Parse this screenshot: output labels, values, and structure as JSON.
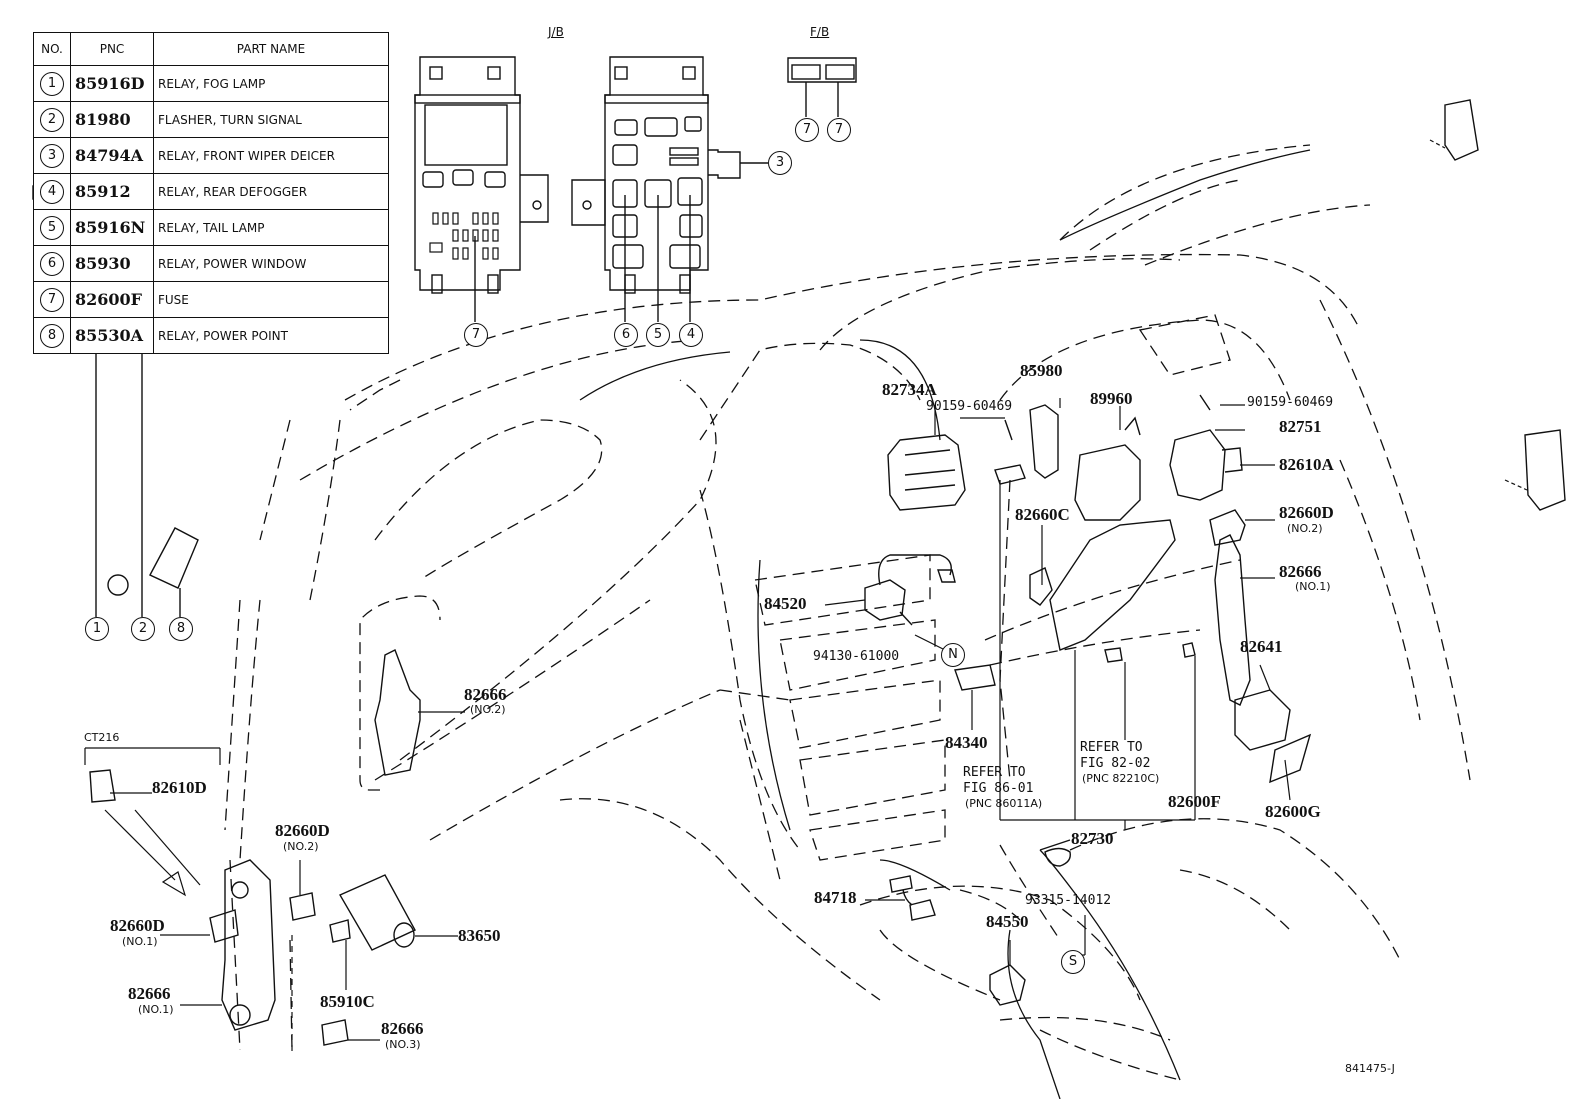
{
  "table": {
    "headers": [
      "NO.",
      "PNC",
      "PART NAME"
    ],
    "rows": [
      {
        "no": "1",
        "pnc": "85916D",
        "name": "RELAY, FOG LAMP"
      },
      {
        "no": "2",
        "pnc": "81980",
        "name": "FLASHER, TURN SIGNAL"
      },
      {
        "no": "3",
        "pnc": "84794A",
        "name": "RELAY, FRONT WIPER DEICER"
      },
      {
        "no": "4",
        "pnc": "85912",
        "name": "RELAY, REAR DEFOGGER"
      },
      {
        "no": "5",
        "pnc": "85916N",
        "name": "RELAY, TAIL LAMP"
      },
      {
        "no": "6",
        "pnc": "85930",
        "name": "RELAY, POWER WINDOW"
      },
      {
        "no": "7",
        "pnc": "82600F",
        "name": "FUSE"
      },
      {
        "no": "8",
        "pnc": "85530A",
        "name": "RELAY, POWER POINT"
      }
    ]
  },
  "headings": {
    "jb": "J/B",
    "fb": "F/B",
    "ct": "CT216"
  },
  "callouts": {
    "jb_fuse": "7",
    "jb_r6": "6",
    "jb_r5": "5",
    "jb_r4": "4",
    "jb_r3": "3",
    "fb_a": "7",
    "fb_b": "7",
    "bl_1": "1",
    "bl_2": "2",
    "bl_8": "8",
    "n": "N",
    "s": "S"
  },
  "labels": {
    "p82734A": "82734A",
    "p85980": "85980",
    "p89960": "89960",
    "p9015960469a": "90159-60469",
    "p9015960469b": "90159-60469",
    "p82751": "82751",
    "p82610A": "82610A",
    "p82660D2": "82660D",
    "p82660D2sub": "(NO.2)",
    "p82660C": "82660C",
    "p82666_1": "82666",
    "p82666_1sub": "(NO.1)",
    "p82641": "82641",
    "p84520": "84520",
    "p9413061000": "94130-61000",
    "p84340": "84340",
    "p82666_2": "82666",
    "p82666_2sub": "(NO.2)",
    "refer1a": "REFER TO",
    "refer1b": "FIG 86-01",
    "refer1c": "(PNC 86011A)",
    "refer2a": "REFER TO",
    "refer2b": "FIG 82-02",
    "refer2c": "(PNC 82210C)",
    "p82600F": "82600F",
    "p82600G": "82600G",
    "p82730": "82730",
    "p84718": "84718",
    "p9331514012": "93315-14012",
    "p84550": "84550",
    "p82610D": "82610D",
    "p82660D_2b": "82660D",
    "p82660D_2bsub": "(NO.2)",
    "p82660D_1": "82660D",
    "p82660D_1sub": "(NO.1)",
    "p83650": "83650",
    "p82666_1b": "82666",
    "p82666_1bsub": "(NO.1)",
    "p85910C": "85910C",
    "p82666_3": "82666",
    "p82666_3sub": "(NO.3)",
    "code": "841475-J"
  }
}
